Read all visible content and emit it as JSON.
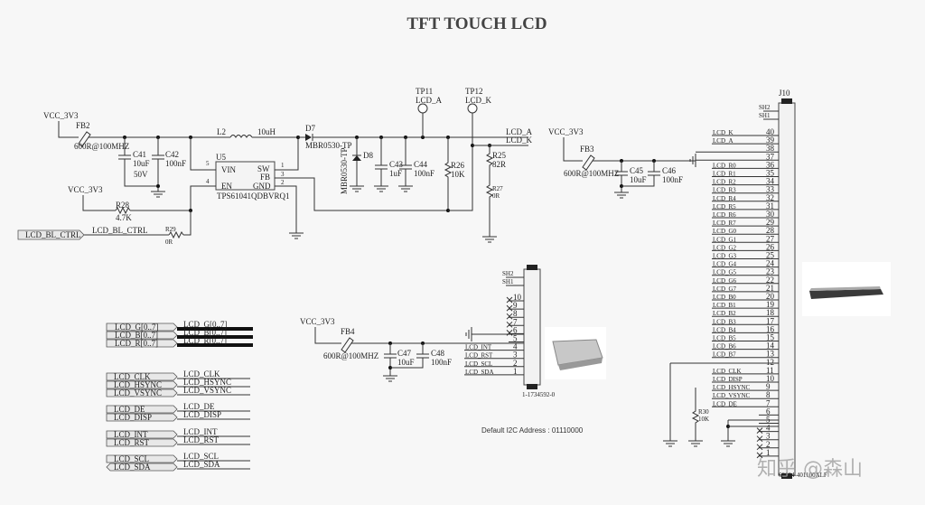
{
  "title": "TFT TOUCH LCD",
  "backlight": {
    "vcc1": "VCC_3V3",
    "vcc2": "VCC_3V3",
    "fb2": "FB2",
    "fb2_value": "600R@100MHZ",
    "c41": "C41",
    "c41_value": "10uF",
    "c41_rating": "50V",
    "c42": "C42",
    "c42_value": "100nF",
    "l2": "L2",
    "l2_value": "10uH",
    "u5": "U5",
    "u5_part": "TPS61041QDBVRQ1",
    "u5_pins": {
      "vin": "VIN",
      "en": "EN",
      "sw": "SW",
      "fb": "FB",
      "gnd": "GND",
      "p1": "1",
      "p2": "2",
      "p3": "3",
      "p4": "4",
      "p5": "5"
    },
    "r28": "R28",
    "r28_value": "4.7K",
    "r29": "R29",
    "r29_value": "0R",
    "ctrl_port": "LCD_BL_CTRL",
    "ctrl_net": "LCD_BL_CTRL",
    "d7": "D7",
    "d7_part": "MBR0530-TP",
    "d8": "D8",
    "d8_part": "MBR0530-TP",
    "c43": "C43",
    "c43_value": "1uF",
    "c44": "C44",
    "c44_value": "100nF",
    "tp11": "TP11",
    "tp11_net": "LCD_A",
    "tp12": "TP12",
    "tp12_net": "LCD_K",
    "r26": "R26",
    "r26_value": "10K",
    "r25": "R25",
    "r25_value": "82R",
    "r27": "R27",
    "r27_value": "0R",
    "net_a": "LCD_A",
    "net_k": "LCD_K"
  },
  "lcd_conn_power": {
    "vcc": "VCC_3V3",
    "fb3": "FB3",
    "fb3_value": "600R@100MHZ",
    "c45": "C45",
    "c45_value": "10uF",
    "c46": "C46",
    "c46_value": "100nF"
  },
  "j10": {
    "ref": "J10",
    "part": "62684-401100ALF",
    "sh2": "SH2",
    "sh1": "SH1",
    "pins": [
      {
        "num": "40",
        "net": "LCD_K"
      },
      {
        "num": "39",
        "net": "LCD_A"
      },
      {
        "num": "38",
        "net": ""
      },
      {
        "num": "37",
        "net": ""
      },
      {
        "num": "36",
        "net": "LCD_R0"
      },
      {
        "num": "35",
        "net": "LCD_R1"
      },
      {
        "num": "34",
        "net": "LCD_R2"
      },
      {
        "num": "33",
        "net": "LCD_R3"
      },
      {
        "num": "32",
        "net": "LCD_R4"
      },
      {
        "num": "31",
        "net": "LCD_R5"
      },
      {
        "num": "30",
        "net": "LCD_R6"
      },
      {
        "num": "29",
        "net": "LCD_R7"
      },
      {
        "num": "28",
        "net": "LCD_G0"
      },
      {
        "num": "27",
        "net": "LCD_G1"
      },
      {
        "num": "26",
        "net": "LCD_G2"
      },
      {
        "num": "25",
        "net": "LCD_G3"
      },
      {
        "num": "24",
        "net": "LCD_G4"
      },
      {
        "num": "23",
        "net": "LCD_G5"
      },
      {
        "num": "22",
        "net": "LCD_G6"
      },
      {
        "num": "21",
        "net": "LCD_G7"
      },
      {
        "num": "20",
        "net": "LCD_B0"
      },
      {
        "num": "19",
        "net": "LCD_B1"
      },
      {
        "num": "18",
        "net": "LCD_B2"
      },
      {
        "num": "17",
        "net": "LCD_B3"
      },
      {
        "num": "16",
        "net": "LCD_B4"
      },
      {
        "num": "15",
        "net": "LCD_B5"
      },
      {
        "num": "14",
        "net": "LCD_B6"
      },
      {
        "num": "13",
        "net": "LCD_B7"
      },
      {
        "num": "12",
        "net": ""
      },
      {
        "num": "11",
        "net": "LCD_CLK"
      },
      {
        "num": "10",
        "net": "LCD_DISP"
      },
      {
        "num": "9",
        "net": "LCD_HSYNC"
      },
      {
        "num": "8",
        "net": "LCD_VSYNC"
      },
      {
        "num": "7",
        "net": "LCD_DE"
      },
      {
        "num": "6",
        "net": ""
      },
      {
        "num": "5",
        "net": ""
      },
      {
        "num": "4",
        "net": ""
      },
      {
        "num": "3",
        "net": ""
      },
      {
        "num": "2",
        "net": ""
      },
      {
        "num": "1",
        "net": ""
      }
    ],
    "r30": "R30",
    "r30_value": "10K"
  },
  "touch": {
    "vcc": "VCC_3V3",
    "fb4": "FB4",
    "fb4_value": "600R@100MHZ",
    "c47": "C47",
    "c47_value": "10uF",
    "c48": "C48",
    "c48_value": "100nF",
    "part": "1-1734592-0",
    "sh2": "SH2",
    "sh1": "SH1",
    "pins": [
      {
        "num": "10",
        "net": ""
      },
      {
        "num": "9",
        "net": ""
      },
      {
        "num": "8",
        "net": ""
      },
      {
        "num": "7",
        "net": ""
      },
      {
        "num": "6",
        "net": ""
      },
      {
        "num": "5",
        "net": ""
      },
      {
        "num": "4",
        "net": "LCD_INT"
      },
      {
        "num": "3",
        "net": "LCD_RST"
      },
      {
        "num": "2",
        "net": "LCD_SCL"
      },
      {
        "num": "1",
        "net": "LCD_SDA"
      }
    ],
    "i2c_note": "Default I2C Address : 01110000"
  },
  "ports": [
    {
      "port": "LCD_G[0..7]",
      "net": "LCD_G[0..7]",
      "bus": true
    },
    {
      "port": "LCD_B[0..7]",
      "net": "LCD_B[0..7]",
      "bus": true
    },
    {
      "port": "LCD_R[0..7]",
      "net": "LCD_R[0..7]",
      "bus": true
    },
    {
      "port": "LCD_CLK",
      "net": "LCD_CLK"
    },
    {
      "port": "LCD_HSYNC",
      "net": "LCD_HSYNC"
    },
    {
      "port": "LCD_VSYNC",
      "net": "LCD_VSYNC"
    },
    {
      "port": "LCD_DE",
      "net": "LCD_DE"
    },
    {
      "port": "LCD_DISP",
      "net": "LCD_DISP"
    },
    {
      "port": "LCD_INT",
      "net": "LCD_INT"
    },
    {
      "port": "LCD_RST",
      "net": "LCD_RST"
    },
    {
      "port": "LCD_SCL",
      "net": "LCD_SCL"
    },
    {
      "port": "LCD_SDA",
      "net": "LCD_SDA",
      "bidir": true
    }
  ],
  "watermark": "知乎 @森山"
}
